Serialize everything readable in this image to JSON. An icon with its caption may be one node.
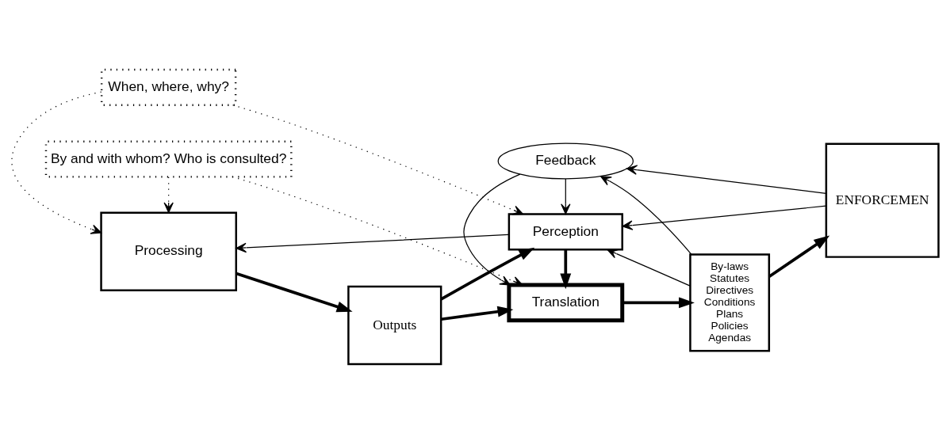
{
  "diagram": {
    "nodes": [
      {
        "text": [
          "Processing"
        ]
      },
      {
        "text": [
          "When, where, why?"
        ]
      },
      {
        "text": [
          "Perception"
        ]
      },
      {
        "text": [
          "Outputs"
        ]
      },
      {
        "text": [
          "Feedback"
        ]
      },
      {
        "text": [
          "By-laws",
          "Statutes",
          "Directives",
          "Conditions",
          "Plans",
          "Policies",
          "Agendas"
        ]
      },
      {
        "text": [
          "ENFORCEMEN"
        ]
      },
      {
        "text": [
          "By and with whom? Who is consulted?"
        ]
      },
      {
        "text": [
          "Translation"
        ]
      }
    ],
    "edges": [
      {
        "from": 2,
        "to": 0,
        "arrow": "to"
      },
      {
        "from": 6,
        "to": 2,
        "arrow": "to"
      },
      {
        "from": 1,
        "to": 2,
        "arrow": "to",
        "style": "dashed"
      },
      {
        "from": 1,
        "to": 0,
        "arrow": "to",
        "style": "dashed"
      },
      {
        "from": 0,
        "to": 3,
        "arrow": "to",
        "style": "thick"
      },
      {
        "from": 3,
        "to": 2,
        "arrow": "to",
        "style": "thick"
      },
      {
        "from": 3,
        "to": 8,
        "arrow": "to",
        "style": "thick"
      },
      {
        "from": 4,
        "to": 2,
        "arrow": "to"
      },
      {
        "from": 4,
        "to": 8,
        "arrow": "to"
      },
      {
        "from": 2,
        "to": 8,
        "arrow": "to",
        "style": "thick"
      },
      {
        "from": 5,
        "to": 2,
        "arrow": "to"
      },
      {
        "from": 5,
        "to": 4,
        "arrow": "to"
      },
      {
        "from": 6,
        "to": 4,
        "arrow": "to"
      },
      {
        "from": 8,
        "to": 5,
        "arrow": "to",
        "style": "thick"
      },
      {
        "from": 5,
        "to": 6,
        "arrow": "to",
        "style": "thick"
      },
      {
        "from": 7,
        "to": 8,
        "arrow": "to",
        "style": "dashed"
      },
      {
        "from": 7,
        "to": 0,
        "arrow": "to",
        "style": "dashed"
      }
    ]
  }
}
